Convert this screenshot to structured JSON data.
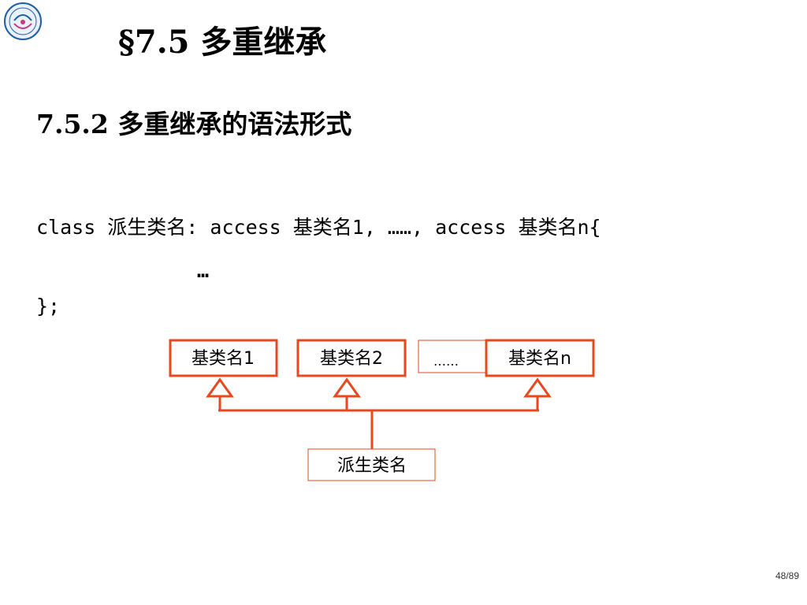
{
  "slide": {
    "title": "§7.5 多重继承",
    "subtitle": "7.5.2 多重继承的语法形式",
    "code": {
      "line1": "class 派生类名: access 基类名1, ……, access 基类名n{",
      "line2": "…",
      "line3": "};"
    },
    "diagram": {
      "base_class_1": "基类名1",
      "base_class_2": "基类名2",
      "ellipsis": "……",
      "base_class_n": "基类名n",
      "derived_class": "派生类名"
    },
    "page_number": "48/89"
  },
  "colors": {
    "accent": "#e8481c",
    "logo_blue": "#1f5fa8",
    "logo_pink": "#c8387a"
  },
  "icons": {
    "logo": "university-seal-icon"
  }
}
